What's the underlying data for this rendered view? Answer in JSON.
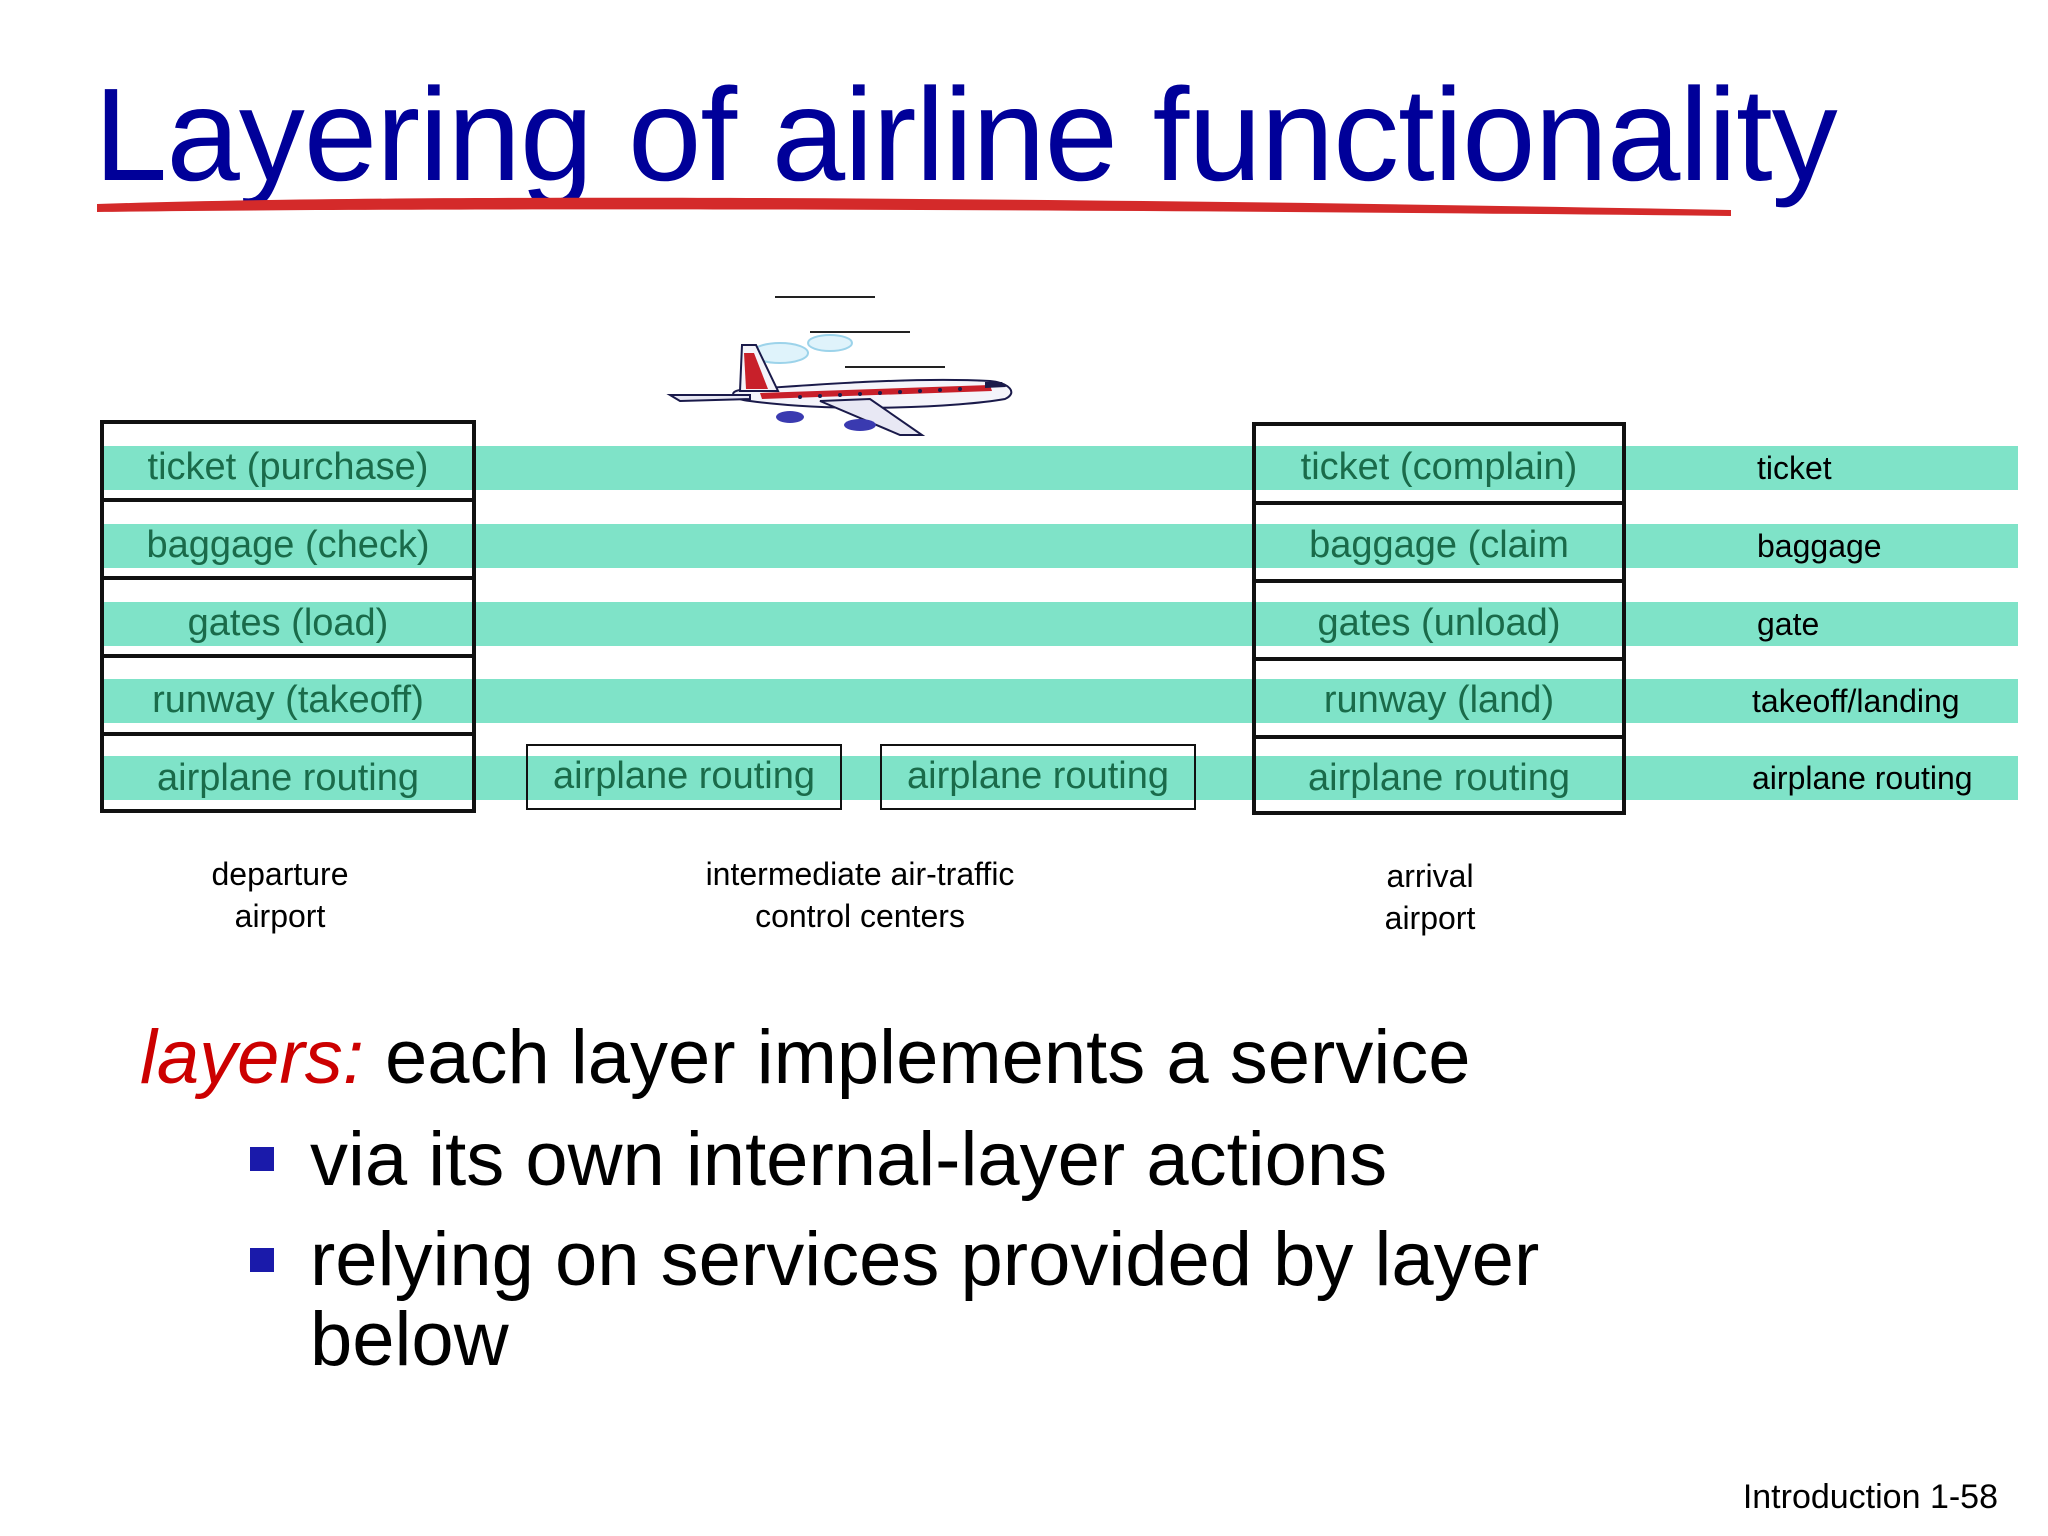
{
  "title": "Layering of airline functionality",
  "colors": {
    "title": "#000099",
    "band": "#7fe3c8",
    "keyword": "#cc0000",
    "bullet": "#1a1aaa",
    "underline": "#d42a2a"
  },
  "departure": {
    "layers": [
      "ticket (purchase)",
      "baggage (check)",
      "gates (load)",
      "runway (takeoff)",
      "airplane routing"
    ],
    "caption_line1": "departure",
    "caption_line2": "airport"
  },
  "intermediate": {
    "boxes": [
      "airplane routing",
      "airplane routing"
    ],
    "caption_line1": "intermediate air-traffic",
    "caption_line2": "control centers"
  },
  "arrival": {
    "layers": [
      "ticket (complain)",
      "baggage (claim",
      "gates (unload)",
      "runway (land)",
      "airplane routing"
    ],
    "caption_line1": "arrival",
    "caption_line2": "airport"
  },
  "layer_names": [
    "ticket",
    "baggage",
    "gate",
    "takeoff/landing",
    "airplane routing"
  ],
  "airplane_icon": "airplane-icon",
  "text": {
    "keyword": "layers:",
    "heading": " each layer implements a service",
    "bullets": [
      "via its own internal-layer actions",
      "relying on services provided by layer below"
    ]
  },
  "footer": "Introduction 1-58"
}
